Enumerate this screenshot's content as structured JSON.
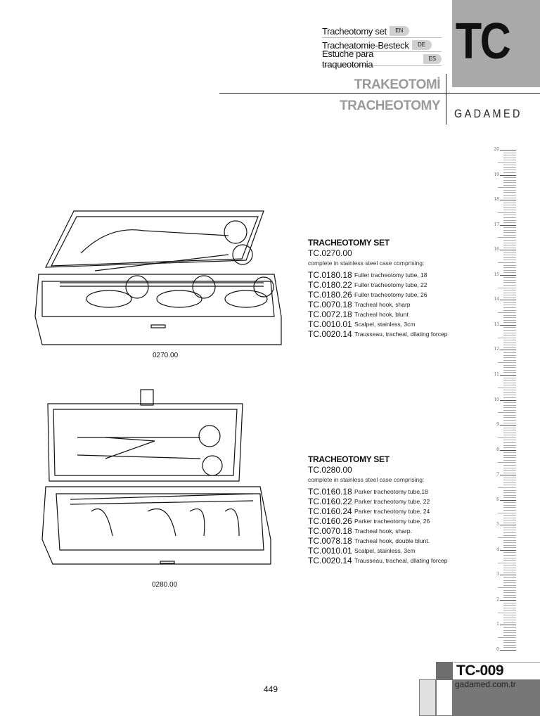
{
  "header": {
    "languages": [
      {
        "text": "Tracheotomy set",
        "code": "EN"
      },
      {
        "text": "Tracheatomie-Besteck",
        "code": "DE"
      },
      {
        "text": "Estuche para traqueotomia",
        "code": "ES"
      }
    ],
    "section_code": "TC",
    "title_tr": "TRAKEOTOMİ",
    "title_en": "TRACHEOTOMY",
    "brand": "GADAMED"
  },
  "sets": [
    {
      "caption": "0270.00",
      "title": "TRACHEOTOMY SET",
      "code": "TC.0270.00",
      "subtitle": "complete in stainless steel case comprising:",
      "items": [
        {
          "code": "TC.0180.18",
          "desc": "Fuller tracheotomy tube, 18"
        },
        {
          "code": "TC.0180.22",
          "desc": "Fuller tracheotomy tube, 22"
        },
        {
          "code": "TC.0180.26",
          "desc": "Fuller tracheotomy tube, 26"
        },
        {
          "code": "TC.0070.18",
          "desc": "Tracheal hook, sharp"
        },
        {
          "code": "TC.0072.18",
          "desc": "Tracheal hook, blunt"
        },
        {
          "code": "TC.0010.01",
          "desc": "Scalpel, stainless, 3cm"
        },
        {
          "code": "TC.0020.14",
          "desc": "Trausseau, tracheal, dilating forcep"
        }
      ]
    },
    {
      "caption": "0280.00",
      "title": "TRACHEOTOMY SET",
      "code": "TC.0280.00",
      "subtitle": "complete in stainless steel case comprising:",
      "items": [
        {
          "code": "TC.0160.18",
          "desc": "Parker tracheotomy tube,18"
        },
        {
          "code": "TC.0160.22",
          "desc": "Parker tracheotomy tube, 22"
        },
        {
          "code": "TC.0160.24",
          "desc": "Parker tracheotomy tube, 24"
        },
        {
          "code": "TC.0160.26",
          "desc": "Parker tracheotomy tube, 26"
        },
        {
          "code": "TC.0070.18",
          "desc": "Tracheal hook, sharp."
        },
        {
          "code": "TC.0078.18",
          "desc": "Tracheal hook, double blunt."
        },
        {
          "code": "TC.0010.01",
          "desc": "Scalpel, stainless, 3cm"
        },
        {
          "code": "TC.0020.14",
          "desc": "Trausseau, tracheal, dilating forcep"
        }
      ]
    }
  ],
  "ruler": {
    "labels": [
      "20",
      "19",
      "18",
      "17",
      "16",
      "15",
      "14",
      "13",
      "12",
      "11",
      "10",
      "9",
      "8",
      "7",
      "6",
      "5",
      "4",
      "3",
      "2",
      "1",
      "0"
    ]
  },
  "footer": {
    "page_number": "449",
    "page_code": "TC-009",
    "website": "gadamed.com.tr"
  }
}
